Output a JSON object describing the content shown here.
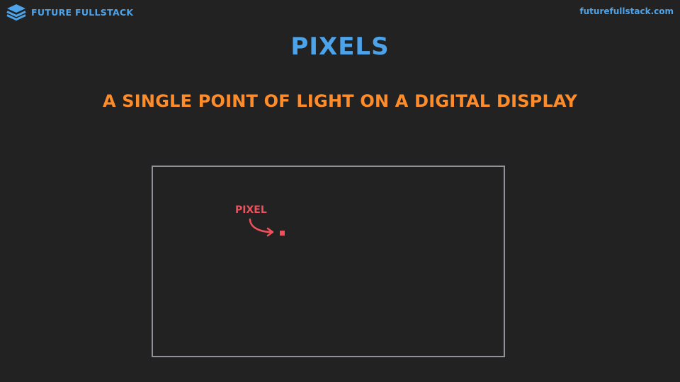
{
  "brand": {
    "name": "FUTURE FULLSTACK",
    "logo_icon": "stacked-layers-icon",
    "url": "futurefullstack.com"
  },
  "slide": {
    "title": "PIXELS",
    "subtitle": "A SINGLE POINT OF LIGHT ON A DIGITAL DISPLAY"
  },
  "diagram": {
    "pixel_label": "PIXEL"
  },
  "colors": {
    "background": "#222222",
    "brand_blue": "#4da3ea",
    "subtitle_orange": "#ff8c2a",
    "pixel_red": "#f0505a",
    "frame_gray": "#8f9398"
  }
}
